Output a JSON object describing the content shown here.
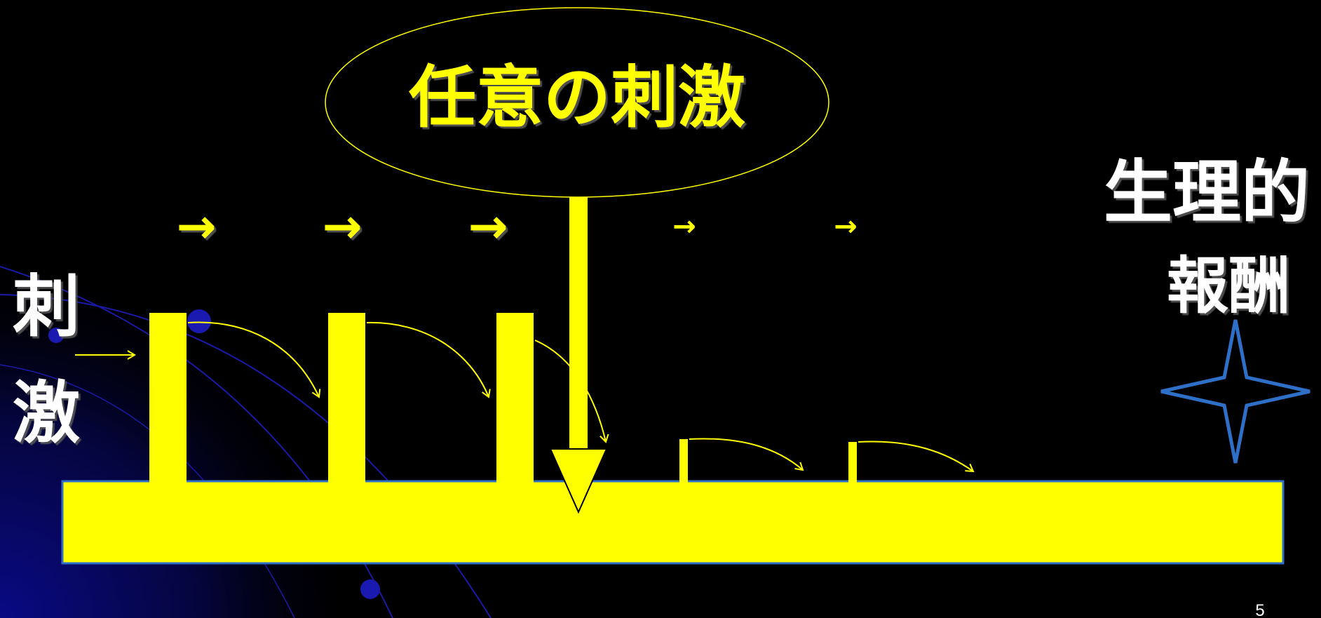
{
  "slide": {
    "page_number": "5"
  },
  "labels": {
    "arbitrary_stimulus": "任意の刺激",
    "stimulus_char_1": "刺",
    "stimulus_char_2": "激",
    "reward_line_1": "生理的",
    "reward_line_2": "報酬"
  },
  "symbols": {
    "arrow": "→"
  },
  "colors": {
    "background": "#000000",
    "accent_yellow": "#FFFF00",
    "label_white": "#FFFFFF",
    "star_blue": "#2E6FC7",
    "bar_border": "#2E6FC7",
    "background_gradient_blue": "#0A0A8C"
  },
  "icons": {
    "reward_star": "four-point-star-icon"
  }
}
